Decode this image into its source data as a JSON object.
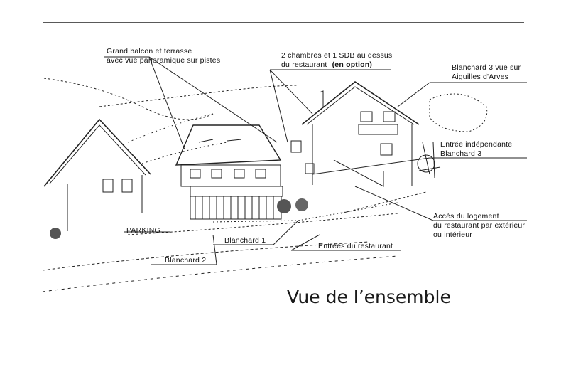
{
  "labels": {
    "balcony": {
      "line1": "Grand balcon et terrasse",
      "line2": "avec vue panoramique sur pistes"
    },
    "rooms": {
      "line1": "2 chambres et 1 SDB au dessus",
      "line2": "du restaurant",
      "option": "(en option)"
    },
    "blanchard3_view": {
      "line1": "Blanchard 3 vue sur",
      "line2": "Aiguilles d'Arves"
    },
    "independent_entrance": {
      "line1": "Entrée indépendante",
      "line2": "Blanchard 3"
    },
    "access": {
      "line1": "Accès du logement",
      "line2": "du restaurant par extérieur",
      "line3": "ou intérieur"
    },
    "parking": "PARKING",
    "blanchard1": "Blanchard 1",
    "restaurant_entrances": "Entrées du restaurant",
    "blanchard2": "Blanchard 2"
  },
  "caption": "Vue de l’ensemble"
}
